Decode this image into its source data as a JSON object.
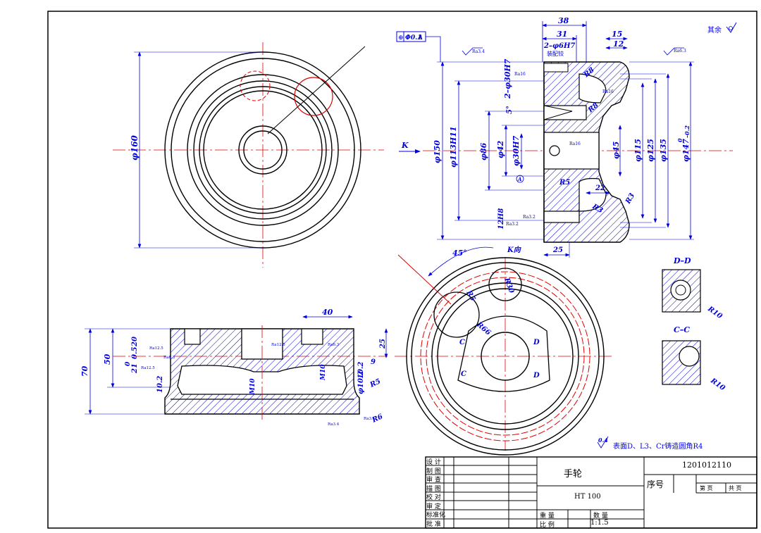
{
  "colors": {
    "outline": "#000000",
    "dimension": "#0000e0",
    "centerline": "#e00000",
    "hatch": "#0000e0",
    "background": "#ffffff"
  },
  "corner_note": "其余",
  "corner_roughness": "Ra6.3",
  "datum_position": "Φ0.1",
  "datum_ref": "A",
  "direction_label": "K",
  "view_label_k": "K向",
  "section_dd": "D–D",
  "section_cc": "C–C",
  "tech_note": "表面D、L3、Cr铸造圆角R4",
  "tech_note_roughness": "0.4",
  "front_view": {
    "dims": [
      "φ160"
    ]
  },
  "side_section": {
    "dims_top": [
      "38",
      "31",
      "2–φ6H7",
      "装配铰",
      "15",
      "12"
    ],
    "dims_left": [
      "φ150",
      "φ113H11",
      "φ86",
      "φ42",
      "φ30H7",
      "2–φ30H7",
      "5°",
      "12H8"
    ],
    "dims_right": [
      "φ45",
      "φ115",
      "φ125",
      "φ135",
      "φ147",
      "0",
      "–0.2"
    ],
    "radii": [
      "R8",
      "R8",
      "R5",
      "R3",
      "R3",
      "R5"
    ],
    "small_dims": [
      "22",
      "25"
    ],
    "roughness": [
      "Ra3.4",
      "Ra16",
      "Ra3.2",
      "Ra16",
      "Ra3.2",
      "Ra16"
    ]
  },
  "bottom_section": {
    "dims": [
      "40",
      "70",
      "50",
      "20",
      "0.5",
      "21",
      "0",
      "10.2",
      "25",
      "9",
      "10.2",
      "M10",
      "M10",
      "φ10.2",
      "R5",
      "R6"
    ],
    "roughness": [
      "Ra12.5",
      "Ra6.3",
      "Ra12.5",
      "Ra6.3",
      "Ra12.5",
      "Ra3.4",
      "Ra3.4"
    ]
  },
  "k_view": {
    "labels": [
      "45°",
      "R5",
      "R30",
      "R66",
      "C",
      "C",
      "D",
      "D"
    ]
  },
  "section_dims": [
    "R10",
    "R10"
  ],
  "title_block": {
    "row_labels": [
      "设 计",
      "制 图",
      "审 查",
      "描 图",
      "校 对",
      "审 定",
      "标准化",
      "批 准"
    ],
    "part_name": "手轮",
    "material": "HT 100",
    "drawing_no": "1201012110",
    "seq_label": "序号",
    "sheet_of": "第  页",
    "total": "共  页",
    "weight_label": "重 量",
    "qty_label": "数 量",
    "scale_label": "比 例",
    "scale": "1:1.5"
  }
}
